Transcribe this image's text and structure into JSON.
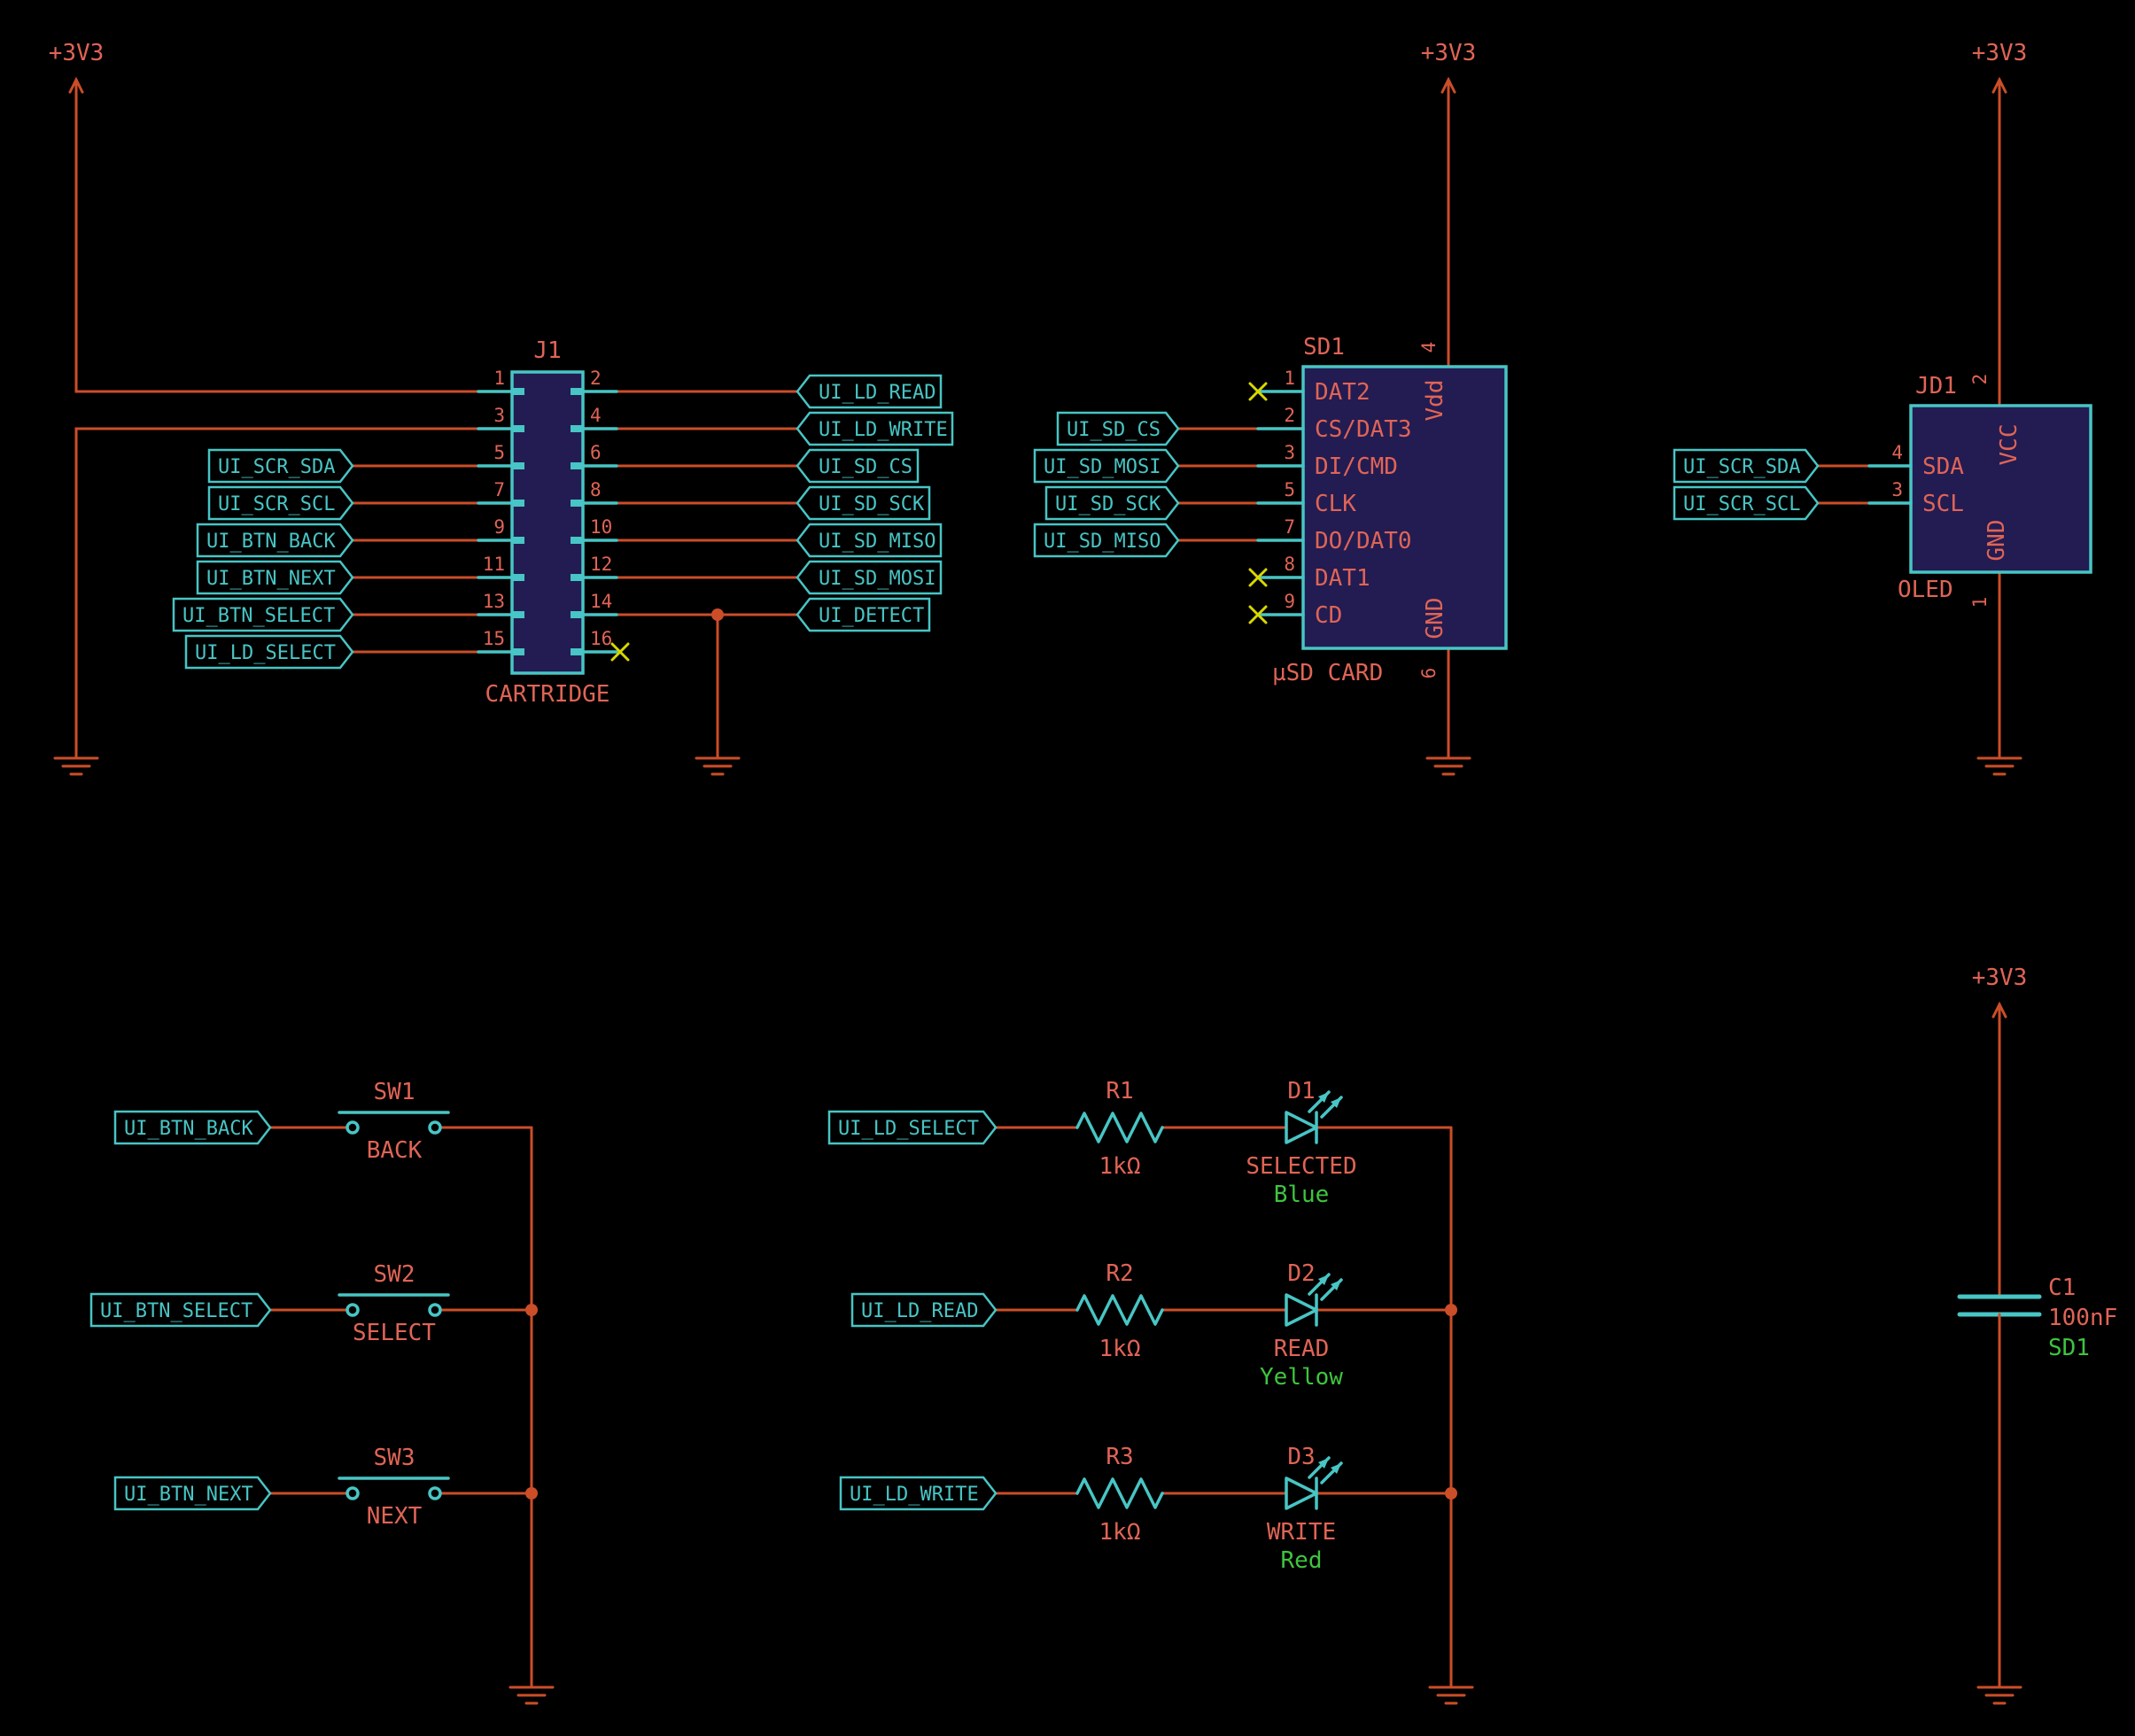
{
  "colors": {
    "bg": "#000000",
    "wire": "#cb4e28",
    "sym": "#48c5c5",
    "ref": "#e06456",
    "green": "#3fc43f",
    "nc": "#d8d800",
    "fill": "#221c52"
  },
  "power": {
    "v33": "+3V3"
  },
  "j1": {
    "ref": "J1",
    "value": "CARTRIDGE",
    "pins_left": [
      {
        "num": "1"
      },
      {
        "num": "3"
      },
      {
        "num": "5",
        "net": "UI_SCR_SDA"
      },
      {
        "num": "7",
        "net": "UI_SCR_SCL"
      },
      {
        "num": "9",
        "net": "UI_BTN_BACK"
      },
      {
        "num": "11",
        "net": "UI_BTN_NEXT"
      },
      {
        "num": "13",
        "net": "UI_BTN_SELECT"
      },
      {
        "num": "15",
        "net": "UI_LD_SELECT"
      }
    ],
    "pins_right": [
      {
        "num": "2",
        "net": "UI_LD_READ"
      },
      {
        "num": "4",
        "net": "UI_LD_WRITE"
      },
      {
        "num": "6",
        "net": "UI_SD_CS"
      },
      {
        "num": "8",
        "net": "UI_SD_SCK"
      },
      {
        "num": "10",
        "net": "UI_SD_MISO"
      },
      {
        "num": "12",
        "net": "UI_SD_MOSI"
      },
      {
        "num": "14",
        "net": "UI_DETECT"
      },
      {
        "num": "16",
        "nc": true
      }
    ]
  },
  "sd1": {
    "ref": "SD1",
    "value": "µSD CARD",
    "pins_left": [
      {
        "num": "1",
        "name": "DAT2",
        "nc": true
      },
      {
        "num": "2",
        "name": "CS/DAT3",
        "net": "UI_SD_CS"
      },
      {
        "num": "3",
        "name": "DI/CMD",
        "net": "UI_SD_MOSI"
      },
      {
        "num": "5",
        "name": "CLK",
        "net": "UI_SD_SCK"
      },
      {
        "num": "7",
        "name": "DO/DAT0",
        "net": "UI_SD_MISO"
      },
      {
        "num": "8",
        "name": "DAT1",
        "nc": true
      },
      {
        "num": "9",
        "name": "CD",
        "nc": true
      }
    ],
    "pin_top": {
      "num": "4",
      "name": "Vdd"
    },
    "pin_bottom": {
      "num": "6",
      "name": "GND"
    }
  },
  "jd1": {
    "ref": "JD1",
    "value": "OLED",
    "pins_left": [
      {
        "num": "4",
        "name": "SDA",
        "net": "UI_SCR_SDA"
      },
      {
        "num": "3",
        "name": "SCL",
        "net": "UI_SCR_SCL"
      }
    ],
    "pin_top": {
      "num": "2",
      "name": "VCC"
    },
    "pin_bottom": {
      "num": "1",
      "name": "GND"
    }
  },
  "switches": [
    {
      "ref": "SW1",
      "value": "BACK",
      "net": "UI_BTN_BACK"
    },
    {
      "ref": "SW2",
      "value": "SELECT",
      "net": "UI_BTN_SELECT"
    },
    {
      "ref": "SW3",
      "value": "NEXT",
      "net": "UI_BTN_NEXT"
    }
  ],
  "led_rows": [
    {
      "net": "UI_LD_SELECT",
      "r_ref": "R1",
      "r_value": "1kΩ",
      "d_ref": "D1",
      "d_value": "SELECTED",
      "d_color": "Blue"
    },
    {
      "net": "UI_LD_READ",
      "r_ref": "R2",
      "r_value": "1kΩ",
      "d_ref": "D2",
      "d_value": "READ",
      "d_color": "Yellow"
    },
    {
      "net": "UI_LD_WRITE",
      "r_ref": "R3",
      "r_value": "1kΩ",
      "d_ref": "D3",
      "d_value": "WRITE",
      "d_color": "Red"
    }
  ],
  "c1": {
    "ref": "C1",
    "value": "100nF",
    "field": "SD1"
  }
}
